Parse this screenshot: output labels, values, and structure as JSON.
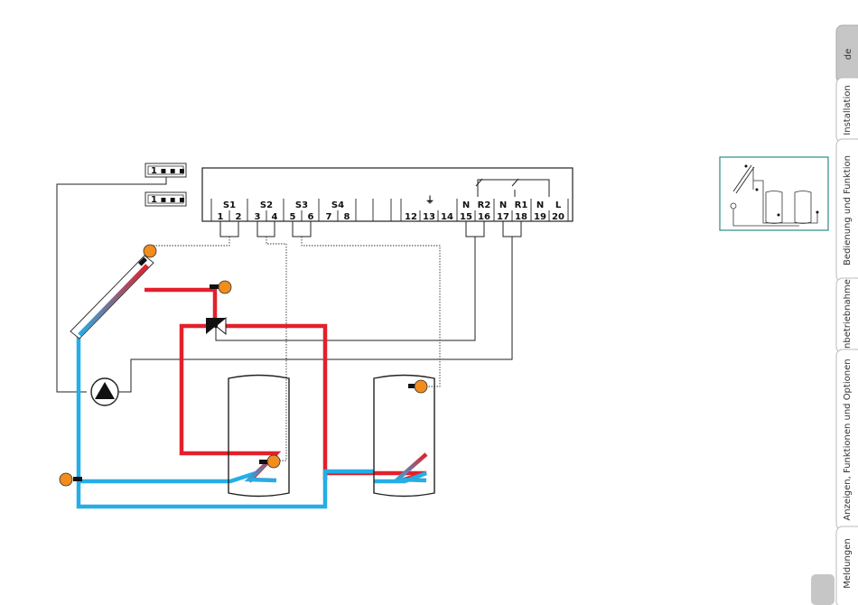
{
  "connector_labels": {
    "upper": "1 ▪ ▪ ▪",
    "lower": "1 ▪ ▪ ▪"
  },
  "terminal_groups": [
    "S1",
    "S2",
    "S3",
    "S4",
    "N",
    "R2",
    "N",
    "R1",
    "N",
    "L"
  ],
  "terminal_numbers": [
    "1",
    "2",
    "3",
    "4",
    "5",
    "6",
    "7",
    "8",
    "12",
    "13",
    "14",
    "15",
    "16",
    "17",
    "18",
    "19",
    "20"
  ],
  "ground_symbol": "⏚",
  "tabs": [
    "de",
    "Installation",
    "Bedienung und Funktion",
    "Inbetriebnahme",
    "Anzeigen, Funktionen und Optionen",
    "Meldungen"
  ],
  "colors": {
    "hot": "#e3202b",
    "cold": "#25aee6",
    "sensor": "#f28c1c",
    "tab_active": "#c6c6c6",
    "tab_inactive": "#ffffff",
    "thumb_border": "#2b8a8a"
  }
}
